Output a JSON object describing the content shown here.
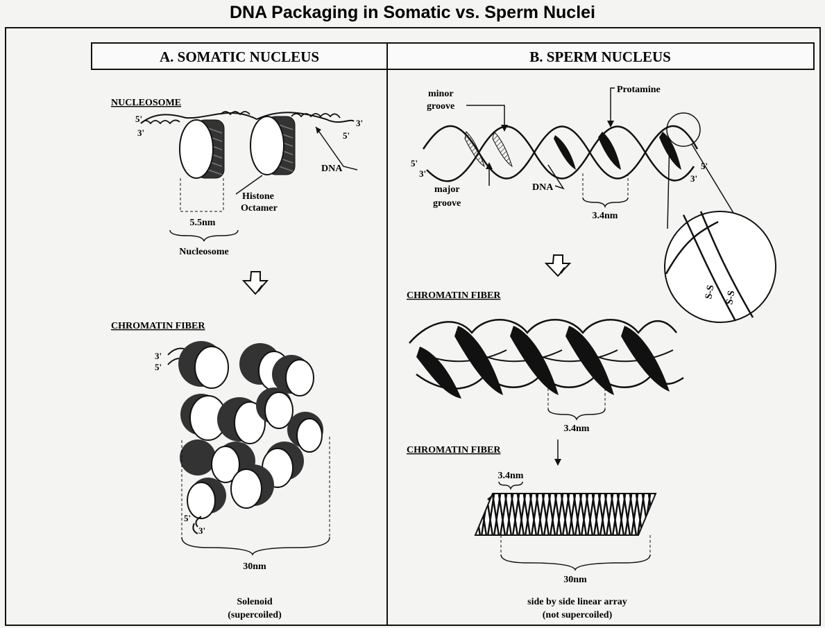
{
  "title": "DNA Packaging in Somatic vs. Sperm Nuclei",
  "panelA": {
    "header": "A. SOMATIC NUCLEUS",
    "nucleosome_heading": "NUCLEOSOME",
    "end_5": "5'",
    "end_3": "3'",
    "histone_label_1": "Histone",
    "histone_label_2": "Octamer",
    "dna_label": "DNA",
    "size_label": "5.5nm",
    "nucleosome_caption": "Nucleosome",
    "fiber_heading": "CHROMATIN FIBER",
    "fiber_size": "30nm",
    "caption_1": "Solenoid",
    "caption_2": "(supercoiled)"
  },
  "panelB": {
    "header": "B. SPERM NUCLEUS",
    "minor_groove_1": "minor",
    "minor_groove_2": "groove",
    "major_groove_1": "major",
    "major_groove_2": "groove",
    "protamine_label": "Protamine",
    "dna_label": "DNA",
    "end_5": "5'",
    "end_3": "3'",
    "pitch_label": "3.4nm",
    "bond_label": "S-S",
    "fiber_heading_1": "CHROMATIN FIBER",
    "fiber_pitch": "3.4nm",
    "fiber_heading_2": "CHROMATIN FIBER",
    "array_pitch": "3.4nm",
    "array_size": "30nm",
    "caption_1": "side by side linear array",
    "caption_2": "(not supercoiled)"
  }
}
